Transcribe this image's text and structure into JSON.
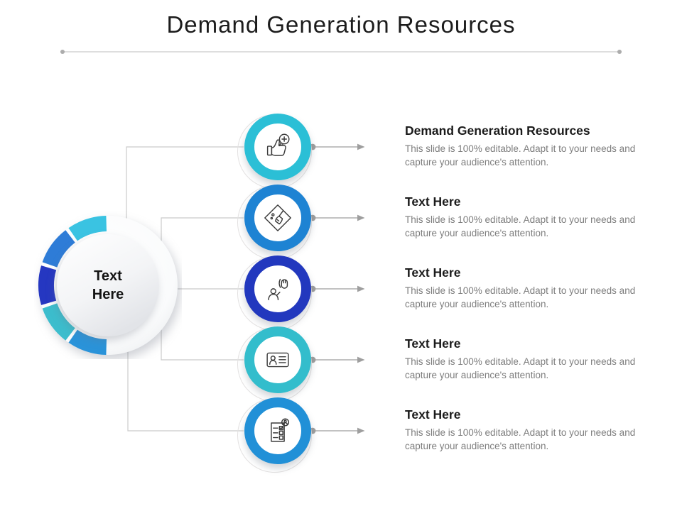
{
  "slide": {
    "title": "Demand Generation Resources",
    "hub": {
      "label": "Text Here"
    },
    "items": [
      {
        "heading": "Demand Generation Resources",
        "body": "This slide is 100% editable. Adapt it to your needs and capture your audience's attention.",
        "icon": "thumbs-up-plus-icon",
        "ring_color": "#2BBFD6"
      },
      {
        "heading": "Text Here",
        "body": "This slide is 100% editable. Adapt it to your needs and capture your audience's attention.",
        "icon": "cleaning-diamond-icon",
        "ring_color": "#1E83D3"
      },
      {
        "heading": "Text Here",
        "body": "This slide is 100% editable. Adapt it to your needs and capture your audience's attention.",
        "icon": "volunteer-hand-icon",
        "ring_color": "#2238BE"
      },
      {
        "heading": "Text Here",
        "body": "This slide is 100% editable. Adapt it to your needs and capture your audience's attention.",
        "icon": "id-card-icon",
        "ring_color": "#33BDCC"
      },
      {
        "heading": "Text Here",
        "body": "This slide is 100% editable. Adapt it to your needs and capture your audience's attention.",
        "icon": "checklist-person-icon",
        "ring_color": "#2190D7"
      }
    ],
    "hub_segments": [
      "#3AC3E2",
      "#2E7CD7",
      "#2537C1",
      "#3CBDCD",
      "#2A93D9"
    ],
    "colors": {
      "connector": "#CBCBCB",
      "arrow": "#9E9E9E",
      "divider_line": "#DEDEDE",
      "divider_dot": "#ACACAC",
      "heading_text": "#1B1B1B",
      "body_text": "#7D7D7D"
    }
  }
}
